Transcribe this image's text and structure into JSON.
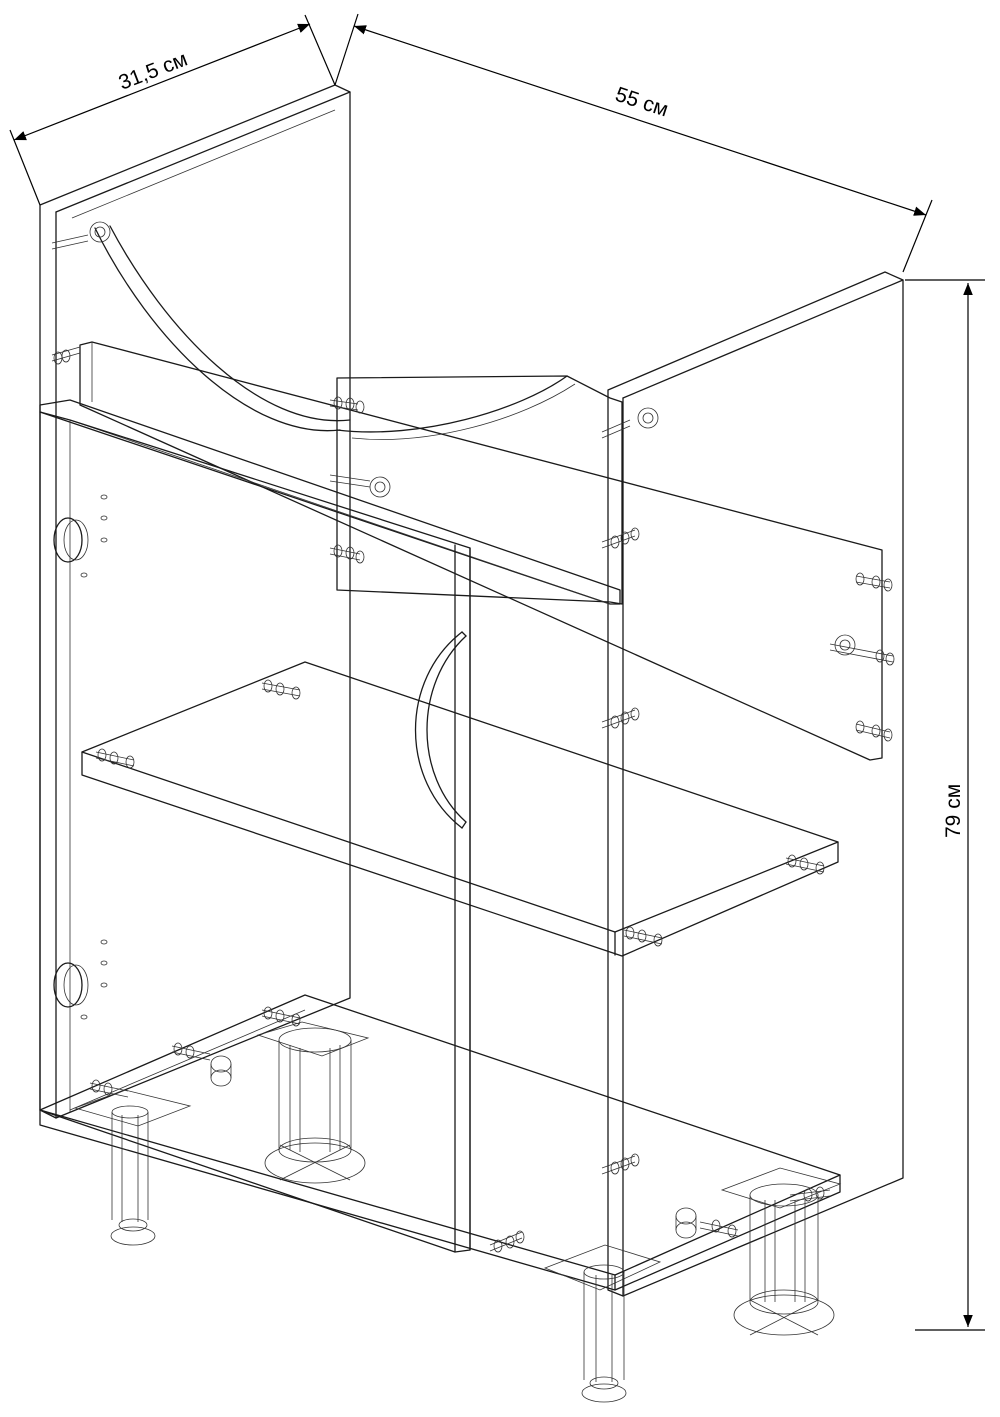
{
  "dimensions": {
    "depth": "31,5 см",
    "width": "55 см",
    "height": "79 см"
  }
}
